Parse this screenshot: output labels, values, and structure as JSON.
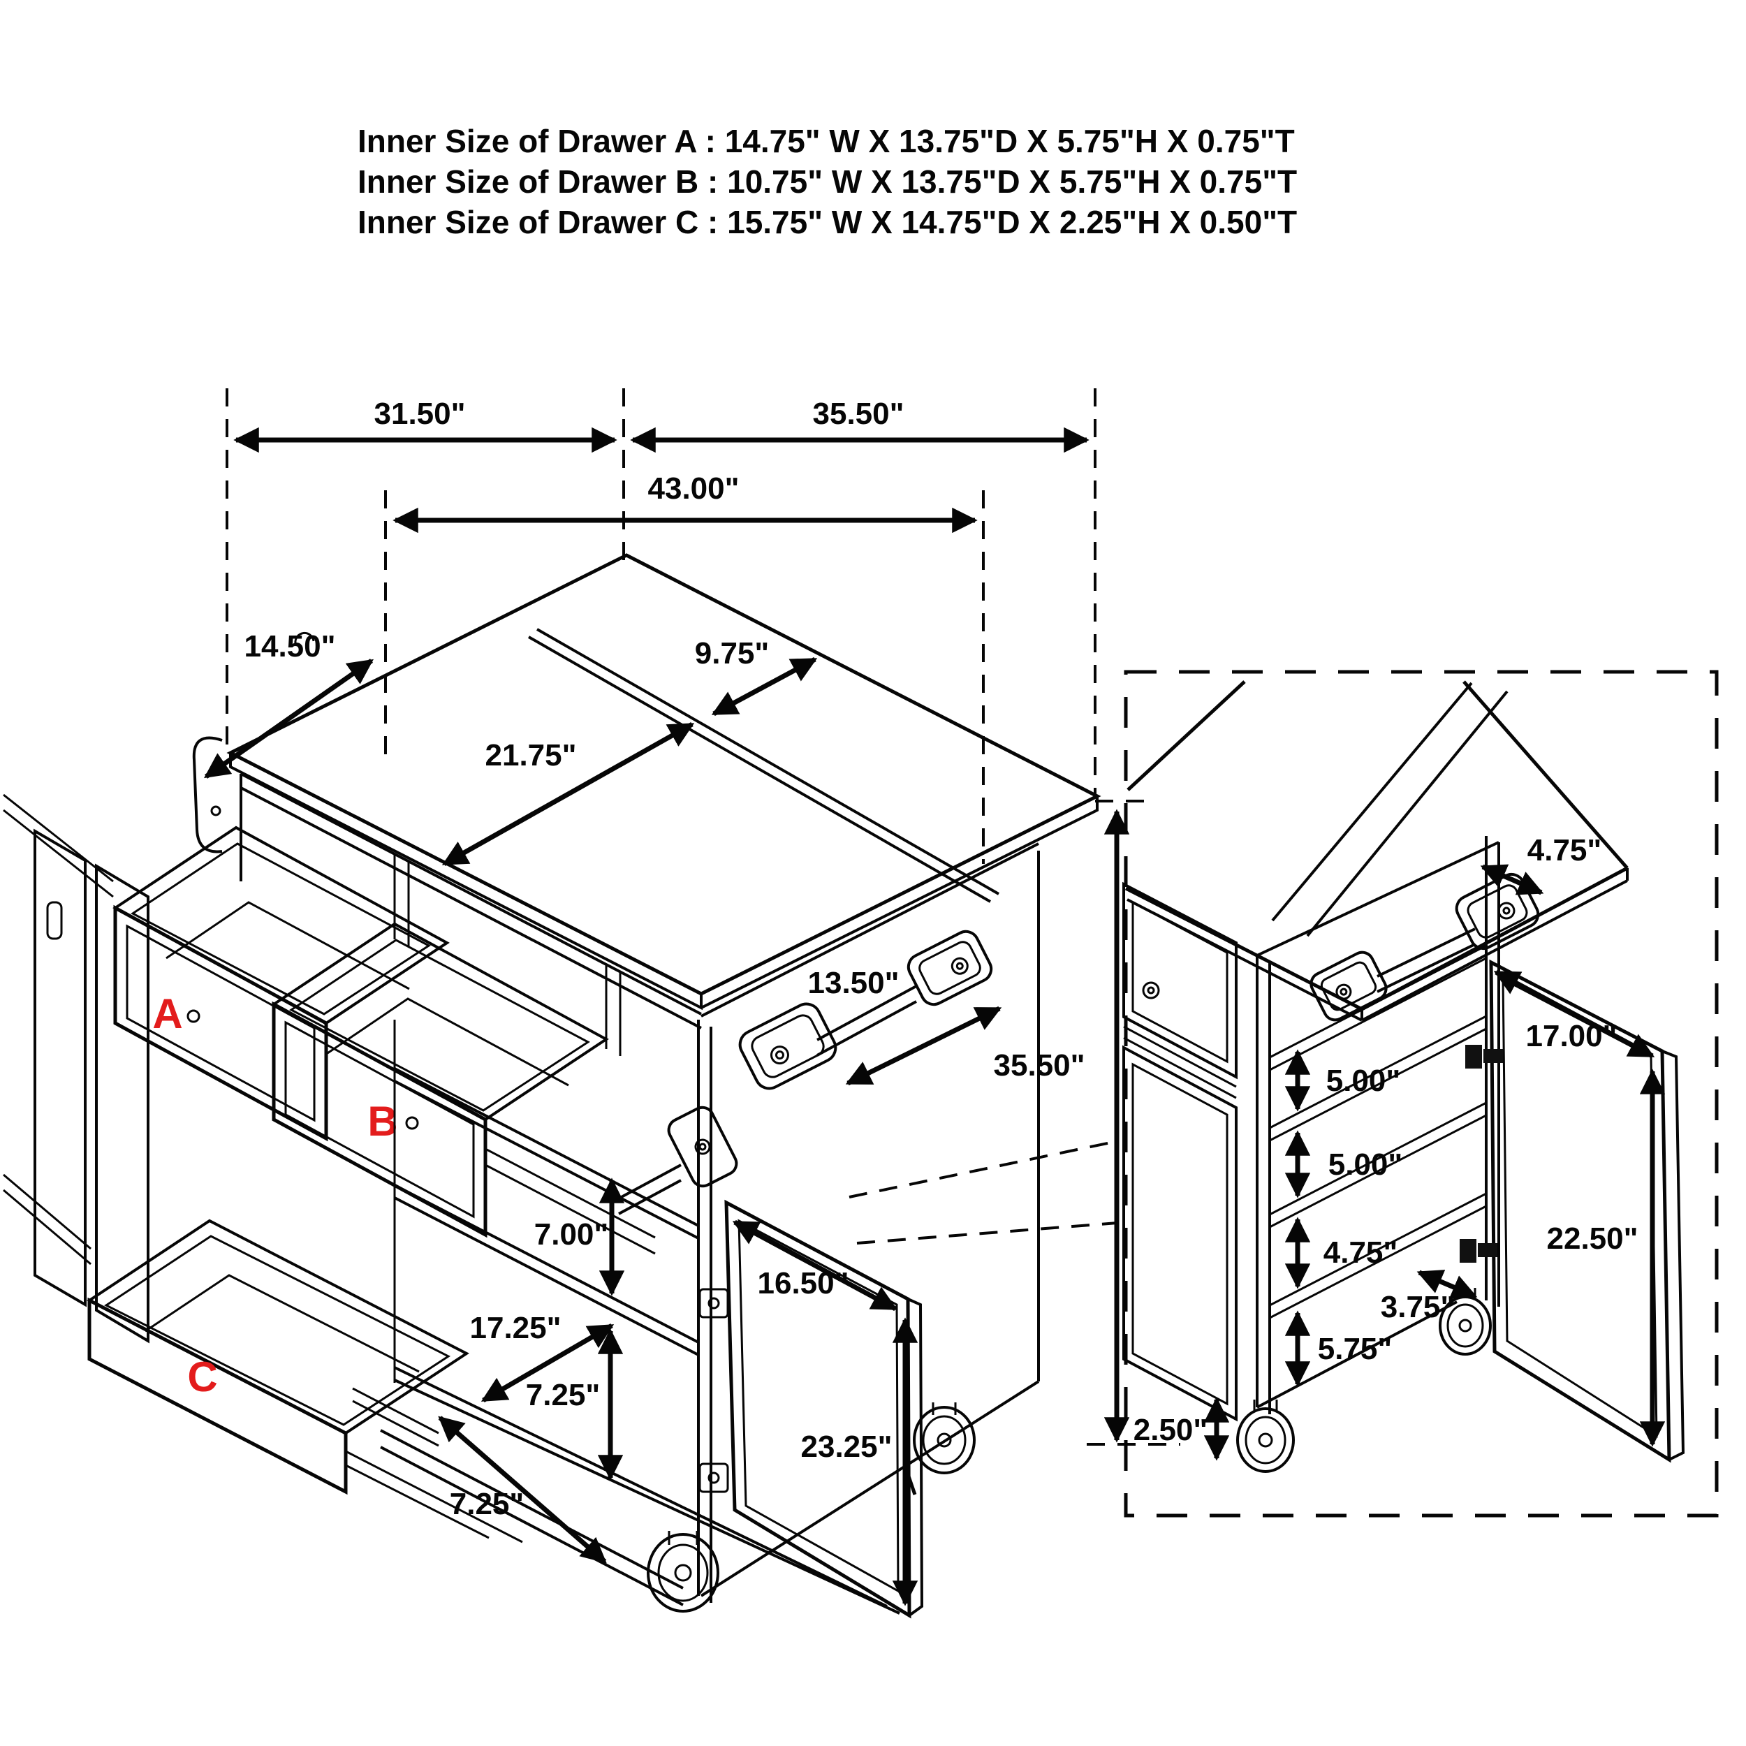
{
  "title_block": {
    "lines": [
      "Inner Size of Drawer A : 14.75\" W X 13.75\"D X 5.75\"H X 0.75\"T",
      "Inner Size of Drawer B : 10.75\" W X 13.75\"D X 5.75\"H X 0.75\"T",
      "Inner Size of Drawer C : 15.75\" W X 14.75\"D X 2.25\"H X 0.50\"T"
    ]
  },
  "main_view": {
    "dims": {
      "left_section_width": "31.50\"",
      "right_section_width": "35.50\"",
      "overall_width": "43.00\"",
      "drop_leaf_depth": "14.50\"",
      "leaf_half_depth": "9.75\"",
      "top_depth": "21.75\"",
      "towel_bar_length": "13.50\"",
      "overall_height": "35.50\"",
      "shelf_clearance": "7.00\"",
      "door_opening_width": "16.50\"",
      "bottom_shelf_depth": "17.25\"",
      "bottom_clearance_height": "7.25\"",
      "base_rail_depth": "7.25\"",
      "door_opening_height": "23.25\""
    },
    "drawer_tags": {
      "a": "A",
      "b": "B",
      "c": "C"
    }
  },
  "detail_view": {
    "dims": {
      "handle_offset": "4.75\"",
      "door_width": "17.00\"",
      "shelf_gap_top": "5.00\"",
      "shelf_gap_middle": "5.00\"",
      "shelf_gap_lower": "4.75\"",
      "base_depth": "3.75\"",
      "shelf_gap_bottom": "5.75\"",
      "door_height": "22.50\"",
      "caster_height": "2.50\""
    }
  },
  "colors": {
    "line": "#060606",
    "accent_red": "#e31c1c",
    "background": "#ffffff"
  }
}
